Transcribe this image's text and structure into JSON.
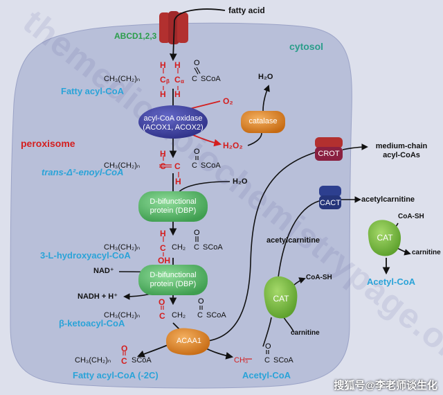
{
  "transporters": {
    "abcd": "ABCD1,2,3",
    "crot": "CROT",
    "cact": "CACT"
  },
  "compartments": {
    "cytosol": "cytosol",
    "peroxisome": "peroxisome"
  },
  "substrates": {
    "fatty_acid": "fatty acid",
    "fatty_acyl_coa": "Fatty acyl-CoA",
    "trans_enoyl_coa": "trans-Δ²-enoyl-CoA",
    "hydroxyacyl_coa": "3-L-hydroxyacyl-CoA",
    "ketoacyl_coa": "β-ketoacyl-CoA",
    "fatty_acyl_coa_short": "Fatty acyl-CoA (-2C)",
    "acetyl_coa_perox": "Acetyl-CoA",
    "acetyl_coa_cyto": "Acetyl-CoA",
    "medium_chain": "medium-chain acyl-CoAs",
    "acetylcarnitine_1": "acetylcarnitine",
    "acetylcarnitine_2": "acetylcarnitine",
    "carnitine_1": "carnitine",
    "carnitine_2": "carnitine",
    "coash_1": "CoA-SH",
    "coash_2": "CoA-SH"
  },
  "cofactors": {
    "o2": "O₂",
    "h2o2": "H₂O₂",
    "h2o_catalase": "H₂O",
    "h2o_dbp": "H₂O",
    "nad": "NAD⁺",
    "nadh": "NADH + H⁺"
  },
  "enzymes": {
    "acox": "acyl-CoA oxidase (ACOX1, ACOX2)",
    "catalase": "catalase",
    "dbp1": "D-bifunctional protein (DBP)",
    "dbp2": "D-bifunctional protein (DBP)",
    "acaa1": "ACAA1",
    "cat1": "CAT",
    "cat2": "CAT"
  },
  "structures": {
    "s1_chain": "CH₃(CH₂)ₙ",
    "s1_cb": "C",
    "s1_ca": "C",
    "s1_b": "β",
    "s1_a": "α",
    "s1_scoa": "SCoA",
    "h": "H",
    "o": "O",
    "oh": "OH",
    "c": "C",
    "ch2": "CH₂",
    "ch3": "CH₃"
  },
  "watermark": "themedicalbiochemistrypage.org",
  "footer": "搜狐号@李老师谈生化",
  "colors": {
    "cytosol_fill": "#dde0ec",
    "peroxisome_fill": "#b8bfd9",
    "enzyme_blue": "#3a3d9e",
    "enzyme_green": "#5fbf6e",
    "enzyme_orange": "#e48a2a",
    "lime": "#7cc242",
    "transporter_red": "#b2302f",
    "transporter_blue": "#2d3f8f"
  }
}
